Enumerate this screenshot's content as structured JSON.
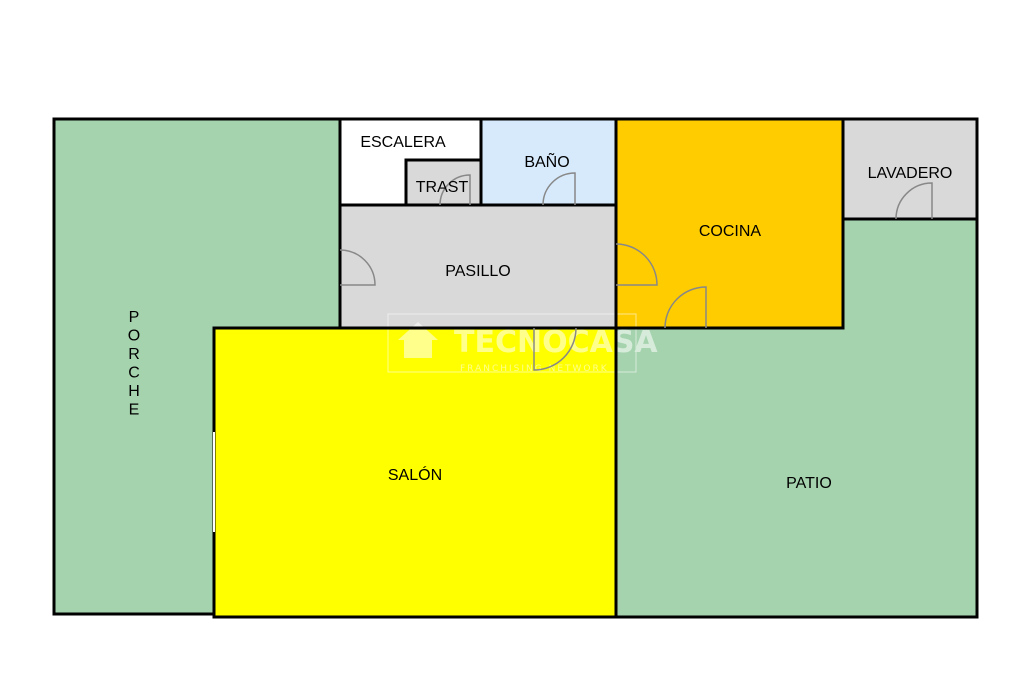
{
  "rooms": {
    "porche": {
      "label": "PORCHE",
      "color": "#a5d3ae"
    },
    "escalera": {
      "label": "ESCALERA",
      "color": "#ffffff"
    },
    "trast": {
      "label": "TRAST",
      "color": "#d9d9d9"
    },
    "bano": {
      "label": "BAÑO",
      "color": "#d6eafc"
    },
    "cocina": {
      "label": "COCINA",
      "color": "#ffcc00"
    },
    "lavadero": {
      "label": "LAVADERO",
      "color": "#d9d9d9"
    },
    "pasillo": {
      "label": "PASILLO",
      "color": "#d9d9d9"
    },
    "salon": {
      "label": "SALÓN",
      "color": "#ffff00"
    },
    "patio": {
      "label": "PATIO",
      "color": "#a5d3ae"
    }
  },
  "watermark": {
    "brand": "TECNOCASA",
    "tagline": "FRANCHISING NETWORK"
  },
  "wall_color": "#000000",
  "door_color": "#888888"
}
